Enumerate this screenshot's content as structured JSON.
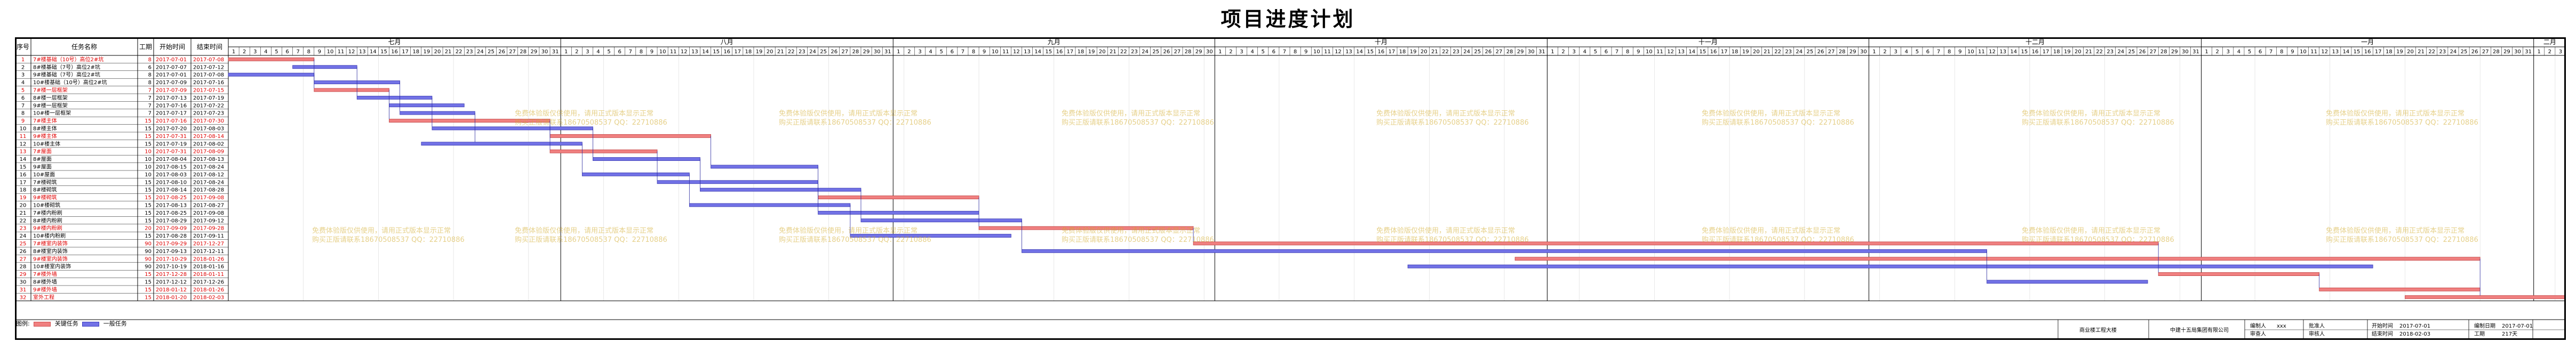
{
  "title": "项目进度计划",
  "columns": {
    "seq": "序号",
    "name": "任务名称",
    "duration": "工期",
    "start": "开始时间",
    "end": "结束时间"
  },
  "timeline": {
    "start_date": "2017-07-01",
    "end_date": "2018-02-03",
    "months": [
      {
        "label": "七月",
        "days": 31
      },
      {
        "label": "八月",
        "days": 31
      },
      {
        "label": "九月",
        "days": 30
      },
      {
        "label": "十月",
        "days": 31
      },
      {
        "label": "十一月",
        "days": 30
      },
      {
        "label": "十二月",
        "days": 31
      },
      {
        "label": "一月",
        "days": 31
      },
      {
        "label": "二月",
        "days": 3
      }
    ]
  },
  "colors": {
    "critical": "#f08080",
    "normal": "#7272e6",
    "critical_text": "#e00000",
    "normal_text": "#000000",
    "watermark": "#d2aa28"
  },
  "tasks": [
    {
      "seq": "1",
      "name": "7#楼基础（10号）高位2#坑",
      "duration": "8",
      "start": "2017-07-01",
      "end": "2017-07-08",
      "critical": true
    },
    {
      "seq": "2",
      "name": "8#楼基础（7号）高位2#坑",
      "duration": "6",
      "start": "2017-07-07",
      "end": "2017-07-12",
      "critical": false
    },
    {
      "seq": "3",
      "name": "9#楼基础（7号）高位2#坑",
      "duration": "8",
      "start": "2017-07-01",
      "end": "2017-07-08",
      "critical": false
    },
    {
      "seq": "4",
      "name": "10#楼基础（10号）高位2#坑",
      "duration": "8",
      "start": "2017-07-09",
      "end": "2017-07-16",
      "critical": false
    },
    {
      "seq": "5",
      "name": "7#楼一层框架",
      "duration": "7",
      "start": "2017-07-09",
      "end": "2017-07-15",
      "critical": true
    },
    {
      "seq": "6",
      "name": "8#楼一层框架",
      "duration": "7",
      "start": "2017-07-13",
      "end": "2017-07-19",
      "critical": false
    },
    {
      "seq": "7",
      "name": "9#楼一层框架",
      "duration": "7",
      "start": "2017-07-16",
      "end": "2017-07-22",
      "critical": false
    },
    {
      "seq": "8",
      "name": "10#楼一层框架",
      "duration": "7",
      "start": "2017-07-17",
      "end": "2017-07-23",
      "critical": false
    },
    {
      "seq": "9",
      "name": "7#楼主体",
      "duration": "15",
      "start": "2017-07-16",
      "end": "2017-07-30",
      "critical": true
    },
    {
      "seq": "10",
      "name": "8#楼主体",
      "duration": "15",
      "start": "2017-07-20",
      "end": "2017-08-03",
      "critical": false
    },
    {
      "seq": "11",
      "name": "9#楼主体",
      "duration": "15",
      "start": "2017-07-31",
      "end": "2017-08-14",
      "critical": true
    },
    {
      "seq": "12",
      "name": "10#楼主体",
      "duration": "15",
      "start": "2017-07-19",
      "end": "2017-08-02",
      "critical": false
    },
    {
      "seq": "13",
      "name": "7#屋面",
      "duration": "10",
      "start": "2017-07-31",
      "end": "2017-08-09",
      "critical": true
    },
    {
      "seq": "14",
      "name": "8#屋面",
      "duration": "10",
      "start": "2017-08-04",
      "end": "2017-08-13",
      "critical": false
    },
    {
      "seq": "15",
      "name": "9#屋面",
      "duration": "10",
      "start": "2017-08-15",
      "end": "2017-08-24",
      "critical": false
    },
    {
      "seq": "16",
      "name": "10#屋面",
      "duration": "10",
      "start": "2017-08-03",
      "end": "2017-08-12",
      "critical": false
    },
    {
      "seq": "17",
      "name": "7#楼砌筑",
      "duration": "15",
      "start": "2017-08-10",
      "end": "2017-08-24",
      "critical": false
    },
    {
      "seq": "18",
      "name": "8#楼砌筑",
      "duration": "15",
      "start": "2017-08-14",
      "end": "2017-08-28",
      "critical": false
    },
    {
      "seq": "19",
      "name": "9#楼砌筑",
      "duration": "15",
      "start": "2017-08-25",
      "end": "2017-09-08",
      "critical": true
    },
    {
      "seq": "20",
      "name": "10#楼砌筑",
      "duration": "15",
      "start": "2017-08-13",
      "end": "2017-08-27",
      "critical": false
    },
    {
      "seq": "21",
      "name": "7#楼内粉刷",
      "duration": "15",
      "start": "2017-08-25",
      "end": "2017-09-08",
      "critical": false
    },
    {
      "seq": "22",
      "name": "8#楼内粉刷",
      "duration": "15",
      "start": "2017-08-29",
      "end": "2017-09-12",
      "critical": false
    },
    {
      "seq": "23",
      "name": "9#楼内粉刷",
      "duration": "20",
      "start": "2017-09-09",
      "end": "2017-09-28",
      "critical": true
    },
    {
      "seq": "24",
      "name": "10#楼内粉刷",
      "duration": "15",
      "start": "2017-08-28",
      "end": "2017-09-11",
      "critical": false
    },
    {
      "seq": "25",
      "name": "7#楼室内装饰",
      "duration": "90",
      "start": "2017-09-29",
      "end": "2017-12-27",
      "critical": true
    },
    {
      "seq": "26",
      "name": "8#楼室内装饰",
      "duration": "90",
      "start": "2017-09-13",
      "end": "2017-12-11",
      "critical": false
    },
    {
      "seq": "27",
      "name": "9#楼室内装饰",
      "duration": "90",
      "start": "2017-10-29",
      "end": "2018-01-26",
      "critical": true
    },
    {
      "seq": "28",
      "name": "10#楼室内装饰",
      "duration": "90",
      "start": "2017-10-19",
      "end": "2018-01-16",
      "critical": false
    },
    {
      "seq": "29",
      "name": "7#楼外墙",
      "duration": "15",
      "start": "2017-12-28",
      "end": "2018-01-11",
      "critical": true
    },
    {
      "seq": "30",
      "name": "8#楼外墙",
      "duration": "15",
      "start": "2017-12-12",
      "end": "2017-12-26",
      "critical": false
    },
    {
      "seq": "31",
      "name": "9#楼外墙",
      "duration": "15",
      "start": "2018-01-12",
      "end": "2018-01-26",
      "critical": true
    },
    {
      "seq": "32",
      "name": "室外工程",
      "duration": "15",
      "start": "2018-01-20",
      "end": "2018-02-03",
      "critical": true
    }
  ],
  "legend": {
    "label": "图例:",
    "critical": "关键任务",
    "normal": "一般任务"
  },
  "watermark": {
    "line1": "免费体验版仅供使用，请用正式版本显示正常",
    "line2": "购买正版请联系18670508537 QQ：22710886"
  },
  "footer": {
    "project": "商业楼工程大楼",
    "company": "中建十五局集团有限公司",
    "made_by_label": "编制人",
    "made_by": "xxx",
    "audit_label": "审核人",
    "approve_label": "批准人",
    "check_label": "审查人",
    "start_label": "开始时间",
    "start": "2017-07-01",
    "end_label": "结束时间",
    "end": "2018-02-03",
    "date_label": "编制日期",
    "date": "2017-07-01",
    "duration_label": "工期",
    "duration": "217天"
  }
}
